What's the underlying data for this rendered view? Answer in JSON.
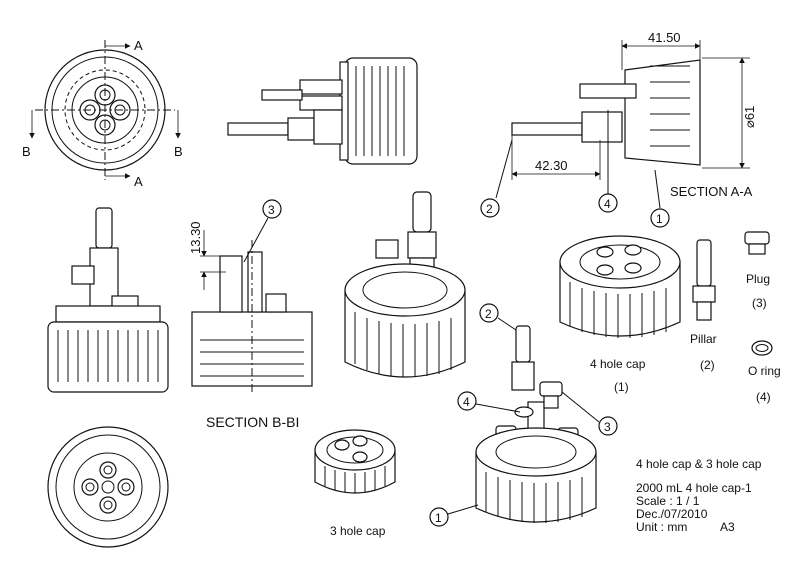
{
  "view_labels": {
    "section_aa": "SECTION A-A",
    "section_bb": "SECTION B-BI",
    "cut_a": "A",
    "cut_b": "B"
  },
  "dimensions": {
    "width": "41.50",
    "diameter": "⌀61",
    "pillar_offset": "42.30",
    "height": "13.30"
  },
  "balloons": [
    "1",
    "2",
    "3",
    "4"
  ],
  "parts": [
    {
      "name": "4 hole cap",
      "num": "(1)"
    },
    {
      "name": "Pillar",
      "num": "(2)"
    },
    {
      "name": "Plug",
      "num": "(3)"
    },
    {
      "name": "O ring",
      "num": "(4)"
    }
  ],
  "three_hole_label": "3 hole cap",
  "title_block": {
    "heading": "4 hole cap & 3 hole cap",
    "drawing": "2000 mL 4 hole cap-1",
    "scale": "Scale : 1 / 1",
    "date": "Dec./07/2010",
    "unit": "Unit : mm",
    "sheet": "A3"
  }
}
